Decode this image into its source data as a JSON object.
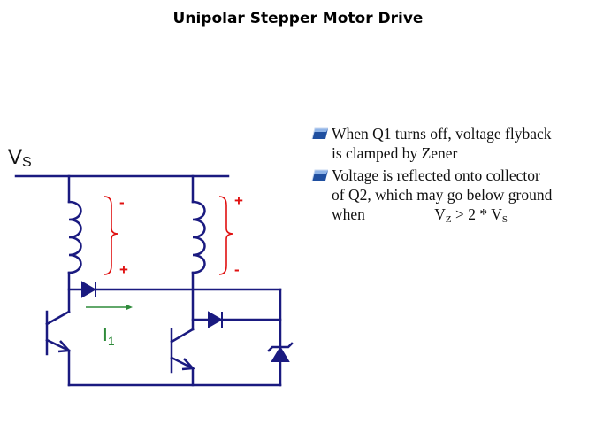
{
  "slide": {
    "title": "Unipolar Stepper Motor Drive"
  },
  "bullets": [
    {
      "icon": "bullet-square-icon",
      "lines": [
        "When Q1 turns off, voltage flyback",
        "is clamped by Zener"
      ]
    },
    {
      "icon": "bullet-square-icon",
      "lines": [
        "Voltage is reflected onto collector",
        "of Q2, which may go below ground"
      ],
      "last_line_prefix": "when",
      "formula": {
        "vz": "V",
        "vz_sub": "Z",
        "op": " > 2 * ",
        "vs": "V",
        "vs_sub": "S"
      }
    }
  ],
  "circuit": {
    "supply_label": "V",
    "supply_sub": "S",
    "coil1_top_polarity": "-",
    "coil1_bottom_polarity": "+",
    "coil2_top_polarity": "+",
    "coil2_bottom_polarity": "-",
    "current_label": "I",
    "current_sub": "1",
    "colors": {
      "wire": "#1a1a80",
      "polarity": "#e01010",
      "current": "#2e8b3a",
      "bullet_icon": "#1f4fa0"
    }
  }
}
